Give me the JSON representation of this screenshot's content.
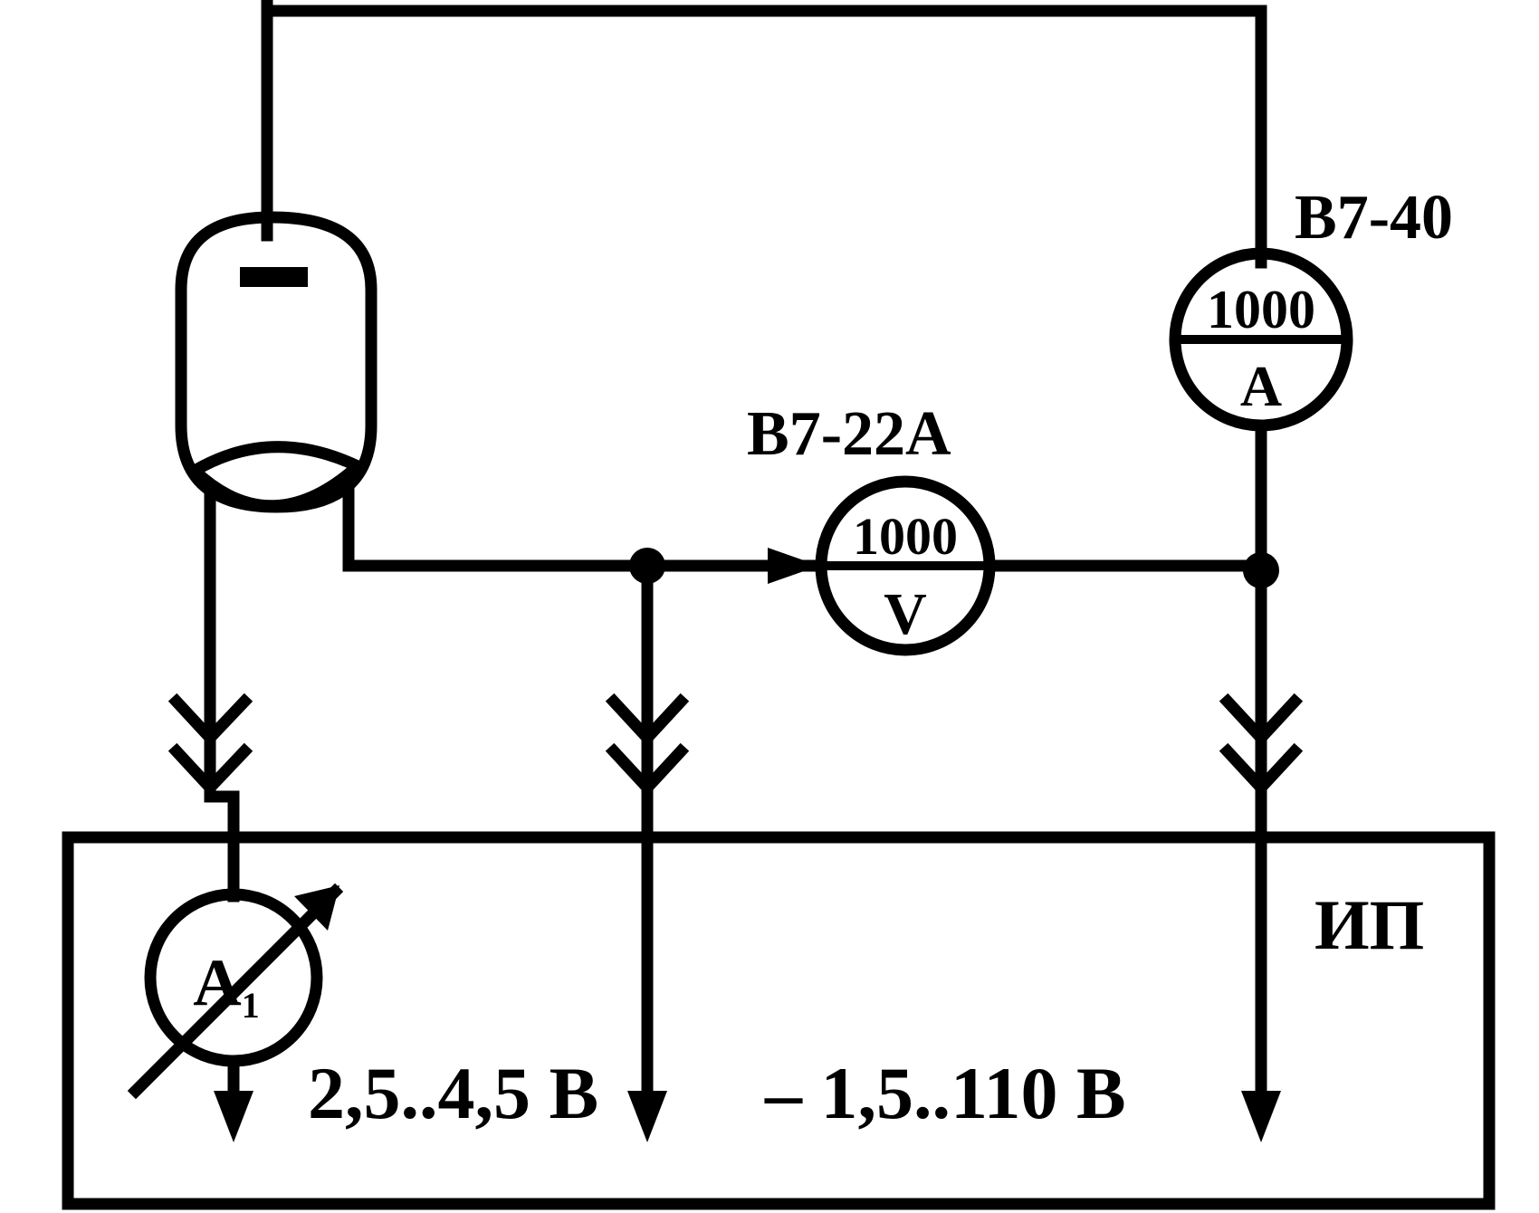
{
  "meters": {
    "ammeter_top": {
      "model": "В7-40",
      "display": "1000",
      "symbol": "A"
    },
    "voltmeter": {
      "model": "В7-22А",
      "display": "1000",
      "symbol": "V"
    },
    "ammeter_supply": {
      "symbol": "A",
      "subscript": "1"
    }
  },
  "supply": {
    "name": "ИП",
    "range_heater": "2,5..4,5 В",
    "range_anode": "– 1,5..110 В"
  }
}
